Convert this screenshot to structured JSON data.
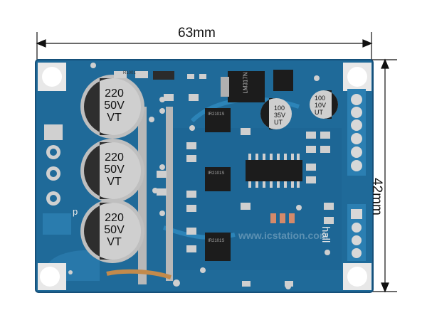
{
  "dimensions": {
    "width_label": "63mm",
    "height_label": "42mm"
  },
  "board": {
    "capacitor_large_value": "220",
    "capacitor_large_voltage": "50V",
    "capacitor_large_code": "VT",
    "capacitor_small_value": "100",
    "capacitor_small_voltage": "35V",
    "capacitor_small_code": "UT",
    "capacitor_small2_value": "100",
    "capacitor_small2_voltage": "10V",
    "capacitor_small2_code": "UT",
    "regulator_marking": "LM317N",
    "resistor_marking": "R1001",
    "driver_chip_marking": "IR2101S",
    "silkscreen_hall": "hall",
    "silkscreen_p": "p",
    "watermark": "www.icstation.com"
  },
  "colors": {
    "pcb": "#1f6a99",
    "pcb_dark": "#15507a",
    "pad": "#c9c9c9",
    "chip": "#1c1c1c",
    "capacitor": "#cfcfcf"
  }
}
